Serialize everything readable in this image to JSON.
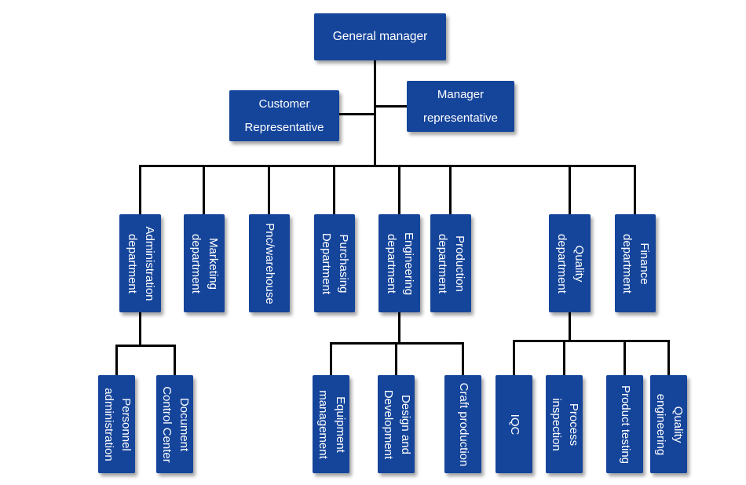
{
  "diagram": {
    "type": "org-chart",
    "nodes": {
      "general_manager": {
        "label": "General manager"
      },
      "customer_representative": {
        "label": "Customer\nRepresentative"
      },
      "manager_representative": {
        "label": "Manager\nrepresentative"
      },
      "administration": {
        "label": "Administration\ndepartment"
      },
      "marketing": {
        "label": "Marketing\ndepartment"
      },
      "pnc_warehouse": {
        "label": "Pnc/warehouse"
      },
      "purchasing": {
        "label": "Purchasing\nDepartment"
      },
      "engineering": {
        "label": "Engineering\ndepartment"
      },
      "production": {
        "label": "Production\ndepartment"
      },
      "quality": {
        "label": "Quality\ndepartment"
      },
      "finance": {
        "label": "Finance\ndepartment"
      },
      "personnel": {
        "label": "Personnel\nadministration"
      },
      "document_control": {
        "label": "Document\nControl Center"
      },
      "equipment": {
        "label": "Equipment\nmanagement"
      },
      "design_dev": {
        "label": "Design and\nDevelopment"
      },
      "craft": {
        "label": "Craft production"
      },
      "iqc": {
        "label": "IQC"
      },
      "process_inspection": {
        "label": "Process\ninspection"
      },
      "product_testing": {
        "label": "Product testing"
      },
      "quality_engineering": {
        "label": "Quality\nengineering"
      }
    },
    "structure": {
      "general_manager": {
        "assistants": [
          "customer_representative",
          "manager_representative"
        ],
        "children": [
          "administration",
          "marketing",
          "pnc_warehouse",
          "purchasing",
          "engineering",
          "production",
          "quality",
          "finance"
        ]
      },
      "administration": {
        "children": [
          "personnel",
          "document_control"
        ]
      },
      "engineering": {
        "children": [
          "equipment",
          "design_dev",
          "craft"
        ]
      },
      "quality": {
        "children": [
          "iqc",
          "process_inspection",
          "product_testing",
          "quality_engineering"
        ]
      }
    },
    "colors": {
      "node_fill": "#15459b",
      "node_text": "#ffffff",
      "connector": "#000000",
      "background": "#ffffff"
    }
  }
}
